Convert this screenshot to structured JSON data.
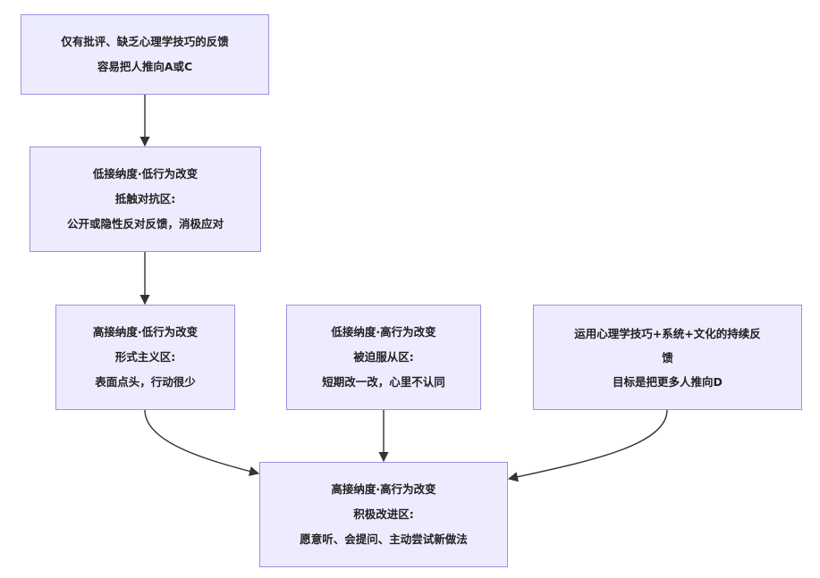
{
  "nodes": {
    "n1": {
      "lines": [
        "仅有批评、缺乏心理学技巧的反馈",
        "容易把人推向A或C"
      ]
    },
    "n2": {
      "lines": [
        "低接纳度·低行为改变",
        "抵触对抗区:",
        "公开或隐性反对反馈，消极应对"
      ]
    },
    "n3": {
      "lines": [
        "高接纳度·低行为改变",
        "形式主义区:",
        "表面点头，行动很少"
      ]
    },
    "n4": {
      "lines": [
        "低接纳度·高行为改变",
        "被迫服从区:",
        "短期改一改，心里不认同"
      ]
    },
    "n5": {
      "lines": [
        "运用心理学技巧+系统+文化的持续反",
        "馈",
        "目标是把更多人推向D"
      ]
    },
    "n6": {
      "lines": [
        "高接纳度·高行为改变",
        "积极改进区:",
        "愿意听、会提问、主动尝试新做法"
      ]
    }
  },
  "edges": [
    {
      "from": "n1",
      "to": "n2"
    },
    {
      "from": "n2",
      "to": "n3"
    },
    {
      "from": "n3",
      "to": "n6"
    },
    {
      "from": "n4",
      "to": "n6"
    },
    {
      "from": "n5",
      "to": "n6"
    }
  ],
  "colors": {
    "node_fill": "#ececfe",
    "node_border": "#a08fe0",
    "edge": "#333333",
    "text": "#222222"
  }
}
